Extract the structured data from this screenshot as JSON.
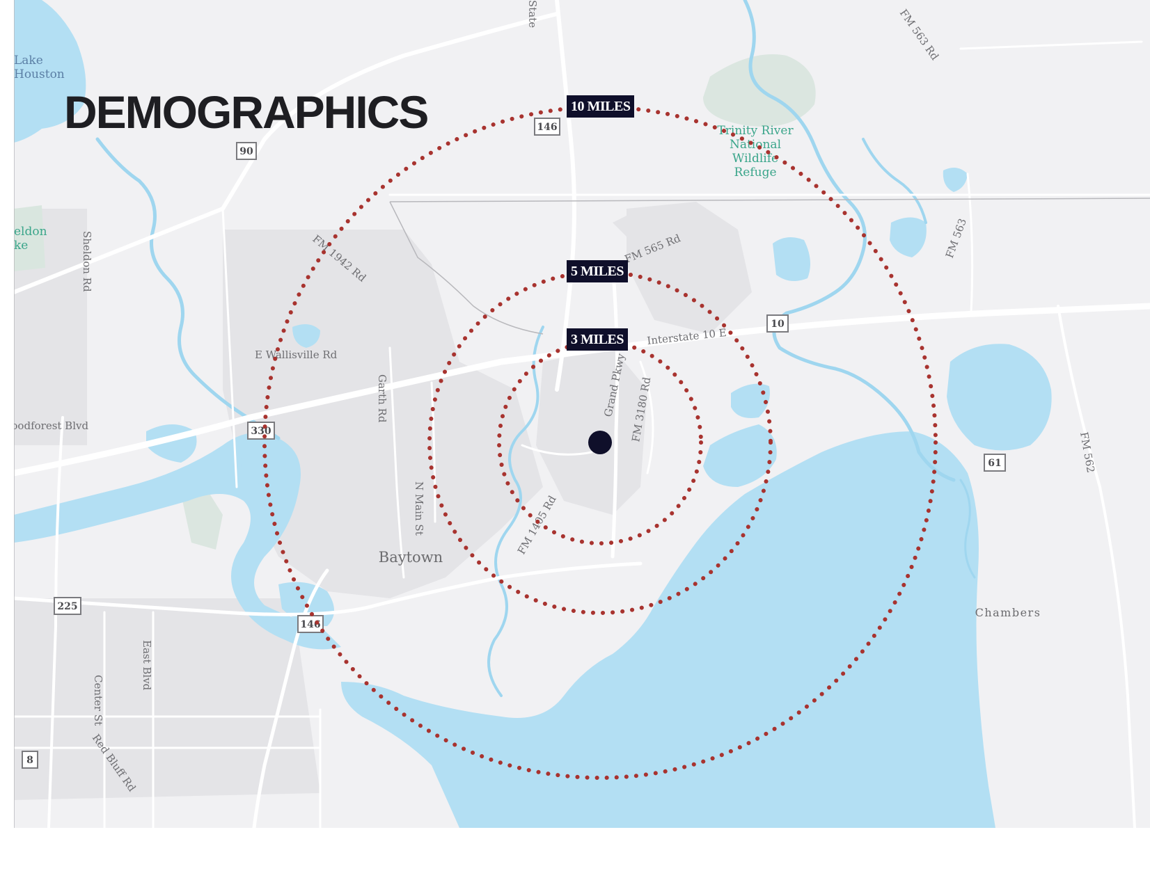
{
  "title": "DEMOGRAPHICS",
  "colors": {
    "land": "#f1f1f3",
    "water": "#b3dff3",
    "urban": "#e3e3e6",
    "road": "#ffffff",
    "ring": "#a8332f",
    "label_bg": "#0f0f2a",
    "center_marker": "#0f0f2a",
    "park": "#dbe6e0"
  },
  "radius_labels": {
    "ten": "10 MILES",
    "five": "5 MILES",
    "three": "3 MILES"
  },
  "places": {
    "baytown": "Baytown",
    "chambers": "Chambers",
    "lake_houston_1": "Lake",
    "lake_houston_2": "Houston",
    "sheldon_lake_1": "eldon",
    "sheldon_lake_2": "ke",
    "refuge_1": "Trinity River",
    "refuge_2": "National",
    "refuge_3": "Wildlife",
    "refuge_4": "Refuge"
  },
  "roads": {
    "fm1942": "FM 1942 Rd",
    "sheldon": "Sheldon Rd",
    "e_wallisville": "E Wallisville Rd",
    "woodforest": "Woodforest Blvd",
    "garth": "Garth Rd",
    "n_main": "N Main St",
    "interstate10": "Interstate 10 E",
    "fm565": "FM 565 Rd",
    "grand_pkwy": "Grand Pkwy",
    "fm3180": "FM 3180 Rd",
    "fm1405": "FM 1405 Rd",
    "fm563_rd": "FM 563 Rd",
    "fm563": "FM 563",
    "fm562": "FM 562",
    "east_blvd": "East Blvd",
    "center_st": "Center St",
    "red_bluff": "Red Bluff Rd",
    "state_hwy": "State"
  },
  "shields": {
    "s90": "90",
    "s146_north": "146",
    "s10": "10",
    "s330": "330",
    "s61": "61",
    "s225": "225",
    "s146_south": "146",
    "s8": "8"
  }
}
